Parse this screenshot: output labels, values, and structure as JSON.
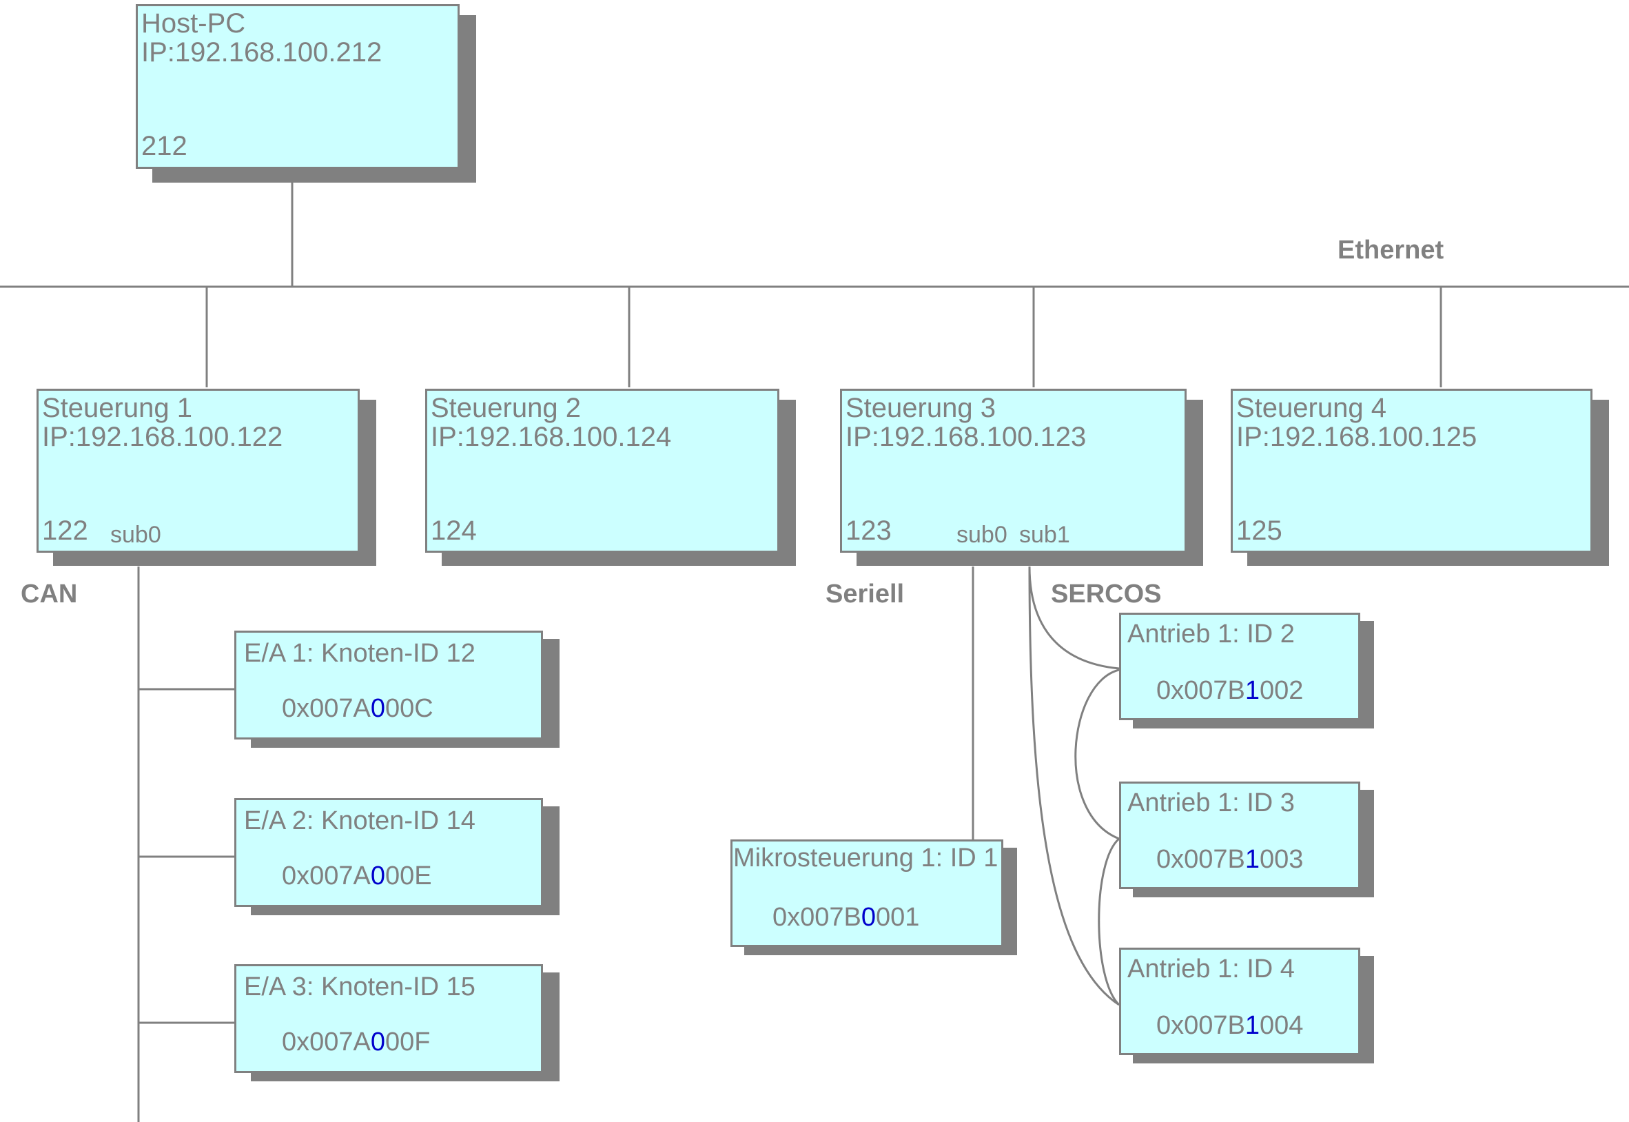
{
  "networks": {
    "ethernet": "Ethernet",
    "can": "CAN",
    "seriell": "Seriell",
    "sercos": "SERCOS"
  },
  "host": {
    "name": "Host-PC",
    "ip": "IP:192.168.100.212",
    "id": "212"
  },
  "controllers": [
    {
      "name": "Steuerung 1",
      "ip": "IP:192.168.100.122",
      "id": "122",
      "sub0": "sub0"
    },
    {
      "name": "Steuerung 2",
      "ip": "IP:192.168.100.124",
      "id": "124"
    },
    {
      "name": "Steuerung 3",
      "ip": "IP:192.168.100.123",
      "id": "123",
      "sub0": "sub0",
      "sub1": "sub1"
    },
    {
      "name": "Steuerung 4",
      "ip": "IP:192.168.100.125",
      "id": "125"
    }
  ],
  "io_devices": [
    {
      "name": "E/A 1: Knoten-ID 12",
      "addr_pre": "0x007A",
      "addr_hl": "0",
      "addr_post": "00C"
    },
    {
      "name": "E/A 2: Knoten-ID 14",
      "addr_pre": "0x007A",
      "addr_hl": "0",
      "addr_post": "00E"
    },
    {
      "name": "E/A 3: Knoten-ID 15",
      "addr_pre": "0x007A",
      "addr_hl": "0",
      "addr_post": "00F"
    }
  ],
  "micro": {
    "name": "Mikrosteuerung 1: ID 1",
    "addr_pre": "0x007B",
    "addr_hl": "0",
    "addr_post": "001"
  },
  "drives": [
    {
      "name": "Antrieb 1: ID 2",
      "addr_pre": "0x007B",
      "addr_hl": "1",
      "addr_post": "002"
    },
    {
      "name": "Antrieb 1: ID 3",
      "addr_pre": "0x007B",
      "addr_hl": "1",
      "addr_post": "003"
    },
    {
      "name": "Antrieb 1: ID 4",
      "addr_pre": "0x007B",
      "addr_hl": "1",
      "addr_post": "004"
    }
  ],
  "colors": {
    "box_fill": "#ccffff",
    "box_border": "#808080",
    "shadow": "#808080",
    "line": "#808080",
    "text": "#808080",
    "highlight": "#0000cc"
  }
}
